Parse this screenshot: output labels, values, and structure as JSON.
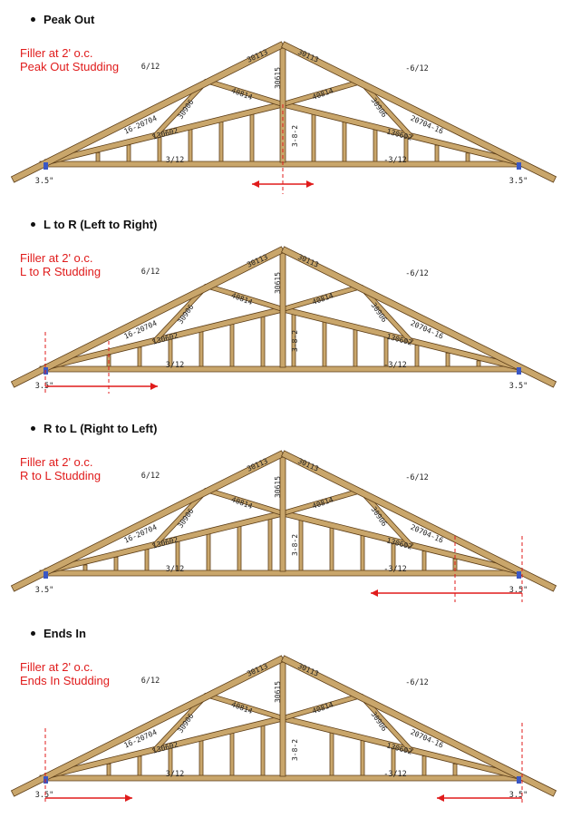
{
  "sections": [
    {
      "heading": "Peak Out",
      "note": [
        "Filler at 2' o.c.",
        "Peak Out Studding"
      ],
      "mode": "peak-out"
    },
    {
      "heading": "L to R (Left to Right)",
      "note": [
        "Filler at 2' o.c.",
        "L to R Studding"
      ],
      "mode": "left-to-right"
    },
    {
      "heading": "R to L (Right to Left)",
      "note": [
        "Filler at 2' o.c.",
        "R to L Studding"
      ],
      "mode": "right-to-left"
    },
    {
      "heading": "Ends In",
      "note": [
        "Filler at 2' o.c.",
        "Ends In Studding"
      ],
      "mode": "ends-in"
    }
  ],
  "truss_labels": {
    "pitch_left": "6/12",
    "pitch_right": "-6/12",
    "bottom_pitch_left": "3/12",
    "bottom_pitch_right": "-3/12",
    "bearing_left": "3.5\"",
    "bearing_right": "3.5\"",
    "top_chord_left": "30113",
    "top_chord_right": "30113",
    "king_post": "30615",
    "web_left": "40814",
    "web_right": "40814",
    "diag_left": "30906",
    "diag_right": "30906",
    "heel_left": "16-20704",
    "heel_right": "20704-16",
    "lower_left": "130602",
    "lower_right": "130602",
    "height_dim": "3-8-2"
  },
  "colors": {
    "wood_fill": "#c9a66b",
    "wood_stroke": "#5c3d17",
    "annotation_red": "#e01b1b"
  }
}
